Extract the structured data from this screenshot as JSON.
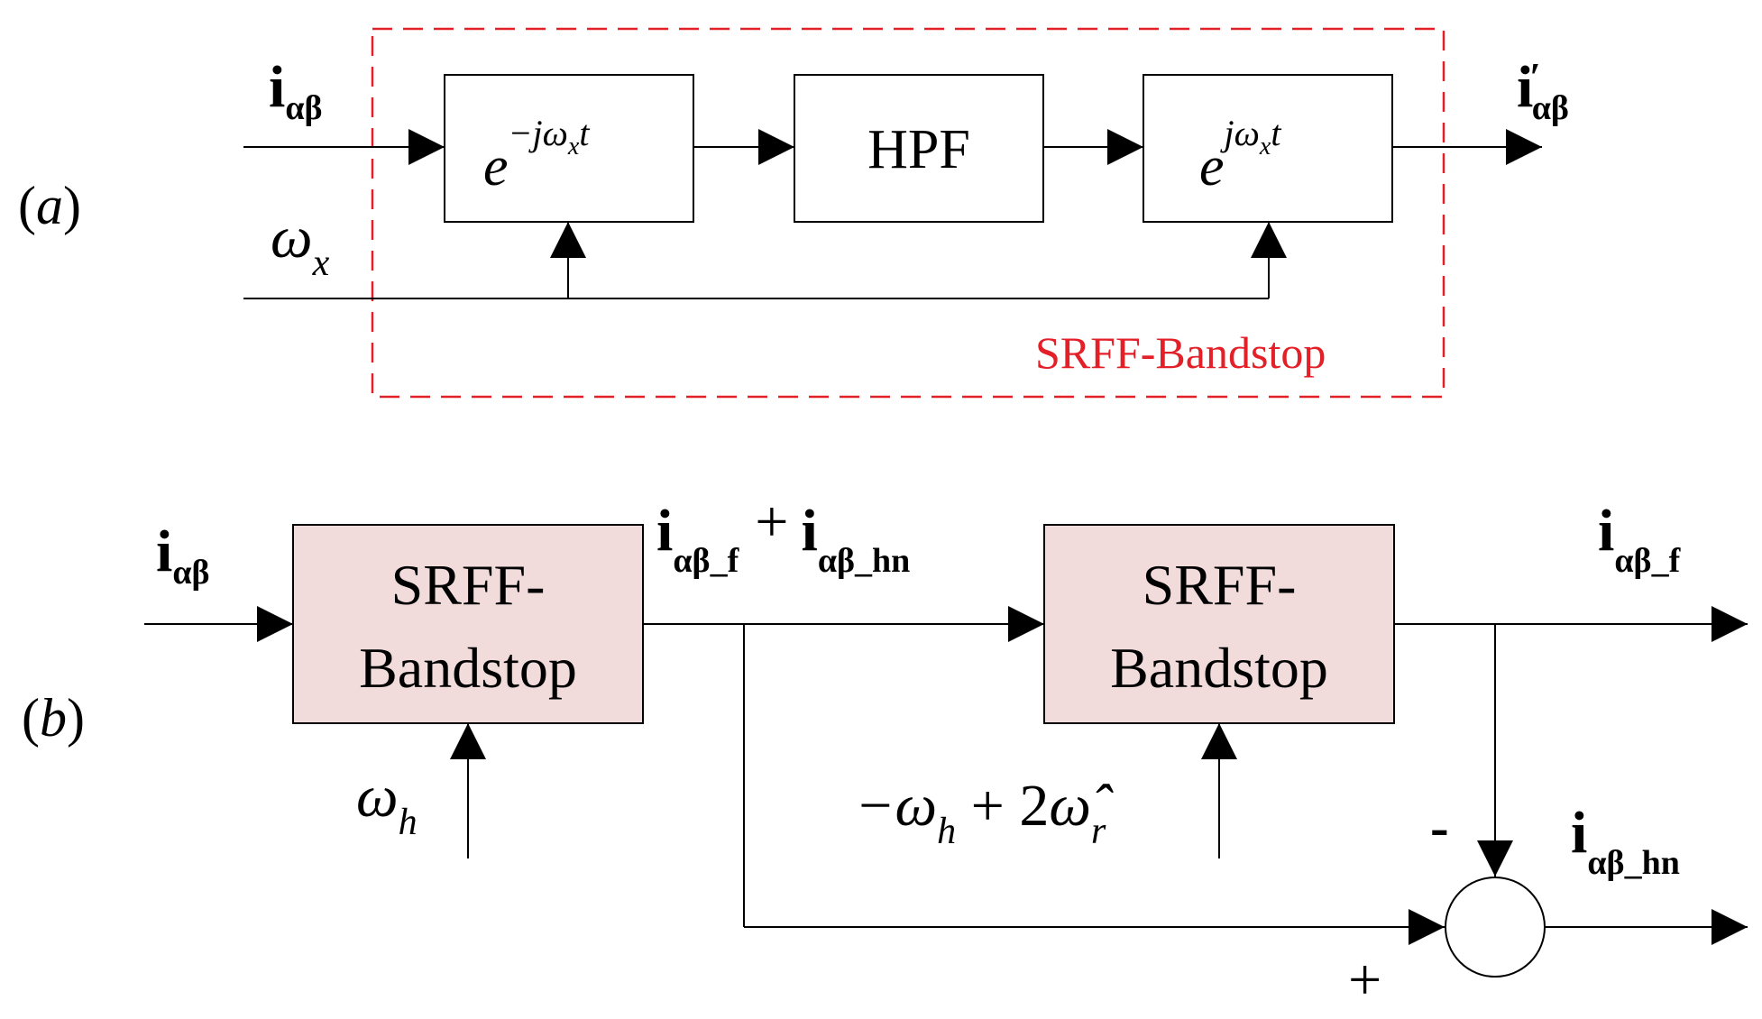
{
  "colors": {
    "line": "#000000",
    "dashed_frame": "#e32028",
    "shaded_block": "#f2dcdb",
    "label_red": "#e32028"
  },
  "panel_a": {
    "label": "a",
    "input": {
      "symbol": "i",
      "sub": "αβ"
    },
    "output": {
      "symbol": "i",
      "prime": "′",
      "sub": "αβ"
    },
    "freq_input": {
      "symbol": "ω",
      "sub": "x"
    },
    "block1": {
      "base": "e",
      "exp": "−jω",
      "exp_sub": "x",
      "exp_tail": "t"
    },
    "block2": {
      "text": "HPF"
    },
    "block3": {
      "base": "e",
      "exp": "jω",
      "exp_sub": "x",
      "exp_tail": "t"
    },
    "frame_label": "SRFF-Bandstop"
  },
  "panel_b": {
    "label": "b",
    "input": {
      "symbol": "i",
      "sub": "αβ"
    },
    "block1": {
      "line1": "SRFF-",
      "line2": "Bandstop"
    },
    "block1_freq": {
      "symbol": "ω",
      "sub": "h"
    },
    "middle": {
      "sym1": "i",
      "sub1": "αβ_f",
      "plus": "+",
      "sym2": "i",
      "sub2": "αβ_hn"
    },
    "block2": {
      "line1": "SRFF-",
      "line2": "Bandstop"
    },
    "block2_freq": {
      "pre": "−ω",
      "sub_h": "h",
      "mid": " + 2",
      "hat": "ω̂",
      "sub_r": "r"
    },
    "output1": {
      "symbol": "i",
      "sub": "αβ_f"
    },
    "output2": {
      "symbol": "i",
      "sub": "αβ_hn"
    },
    "sum_minus": "-",
    "sum_plus": "+"
  }
}
